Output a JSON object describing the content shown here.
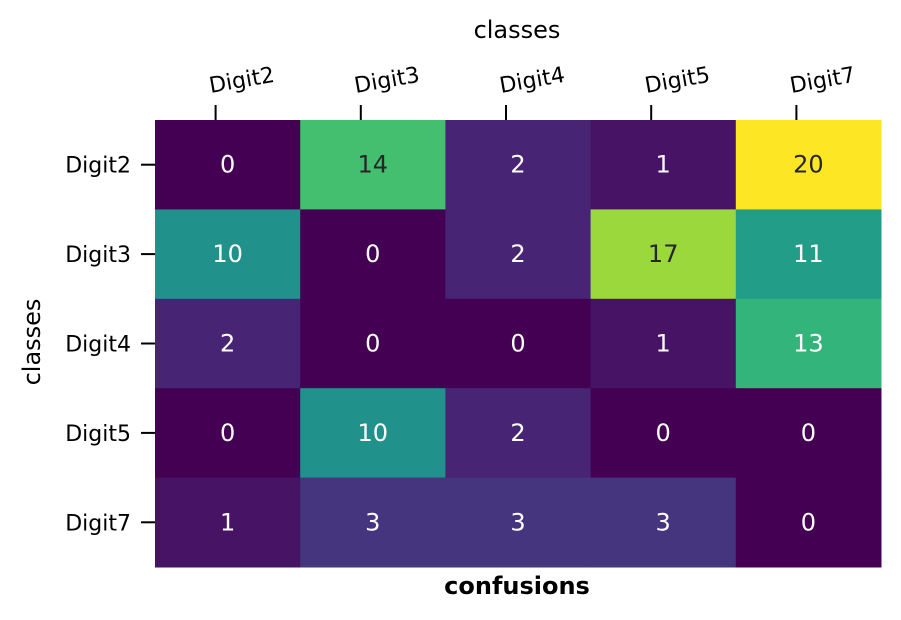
{
  "chart_data": {
    "type": "heatmap",
    "title": "",
    "xlabel": "confusions",
    "ylabel": "classes",
    "top_xlabel": "classes",
    "x_categories": [
      "Digit2",
      "Digit3",
      "Digit4",
      "Digit5",
      "Digit7"
    ],
    "y_categories": [
      "Digit2",
      "Digit3",
      "Digit4",
      "Digit5",
      "Digit7"
    ],
    "values": [
      [
        0,
        14,
        2,
        1,
        20
      ],
      [
        10,
        0,
        2,
        17,
        11
      ],
      [
        2,
        0,
        0,
        1,
        13
      ],
      [
        0,
        10,
        2,
        0,
        0
      ],
      [
        1,
        3,
        3,
        3,
        0
      ]
    ],
    "vmin": 0,
    "vmax": 20,
    "colormap": "viridis",
    "x_tick_position": "top",
    "grid": false,
    "legend": "none"
  }
}
